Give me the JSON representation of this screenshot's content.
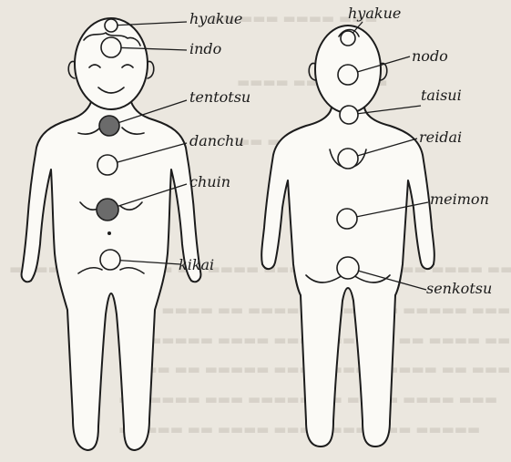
{
  "colors": {
    "background": "#ebe7df",
    "line": "#1c1c1c",
    "filled_point": "#6b6b6b",
    "open_point": "#fbfaf6"
  },
  "front_figure": {
    "points": [
      {
        "label": "hyakue",
        "style": "open"
      },
      {
        "label": "indo",
        "style": "open"
      },
      {
        "label": "tentotsu",
        "style": "filled"
      },
      {
        "label": "danchu",
        "style": "open"
      },
      {
        "label": "chuin",
        "style": "filled"
      },
      {
        "label": "kikai",
        "style": "open"
      }
    ]
  },
  "back_figure": {
    "points": [
      {
        "label": "hyakue",
        "style": "open"
      },
      {
        "label": "nodo",
        "style": "open"
      },
      {
        "label": "taisui",
        "style": "open"
      },
      {
        "label": "reidai",
        "style": "open"
      },
      {
        "label": "meimon",
        "style": "open"
      },
      {
        "label": "senkotsu",
        "style": "open"
      }
    ]
  }
}
